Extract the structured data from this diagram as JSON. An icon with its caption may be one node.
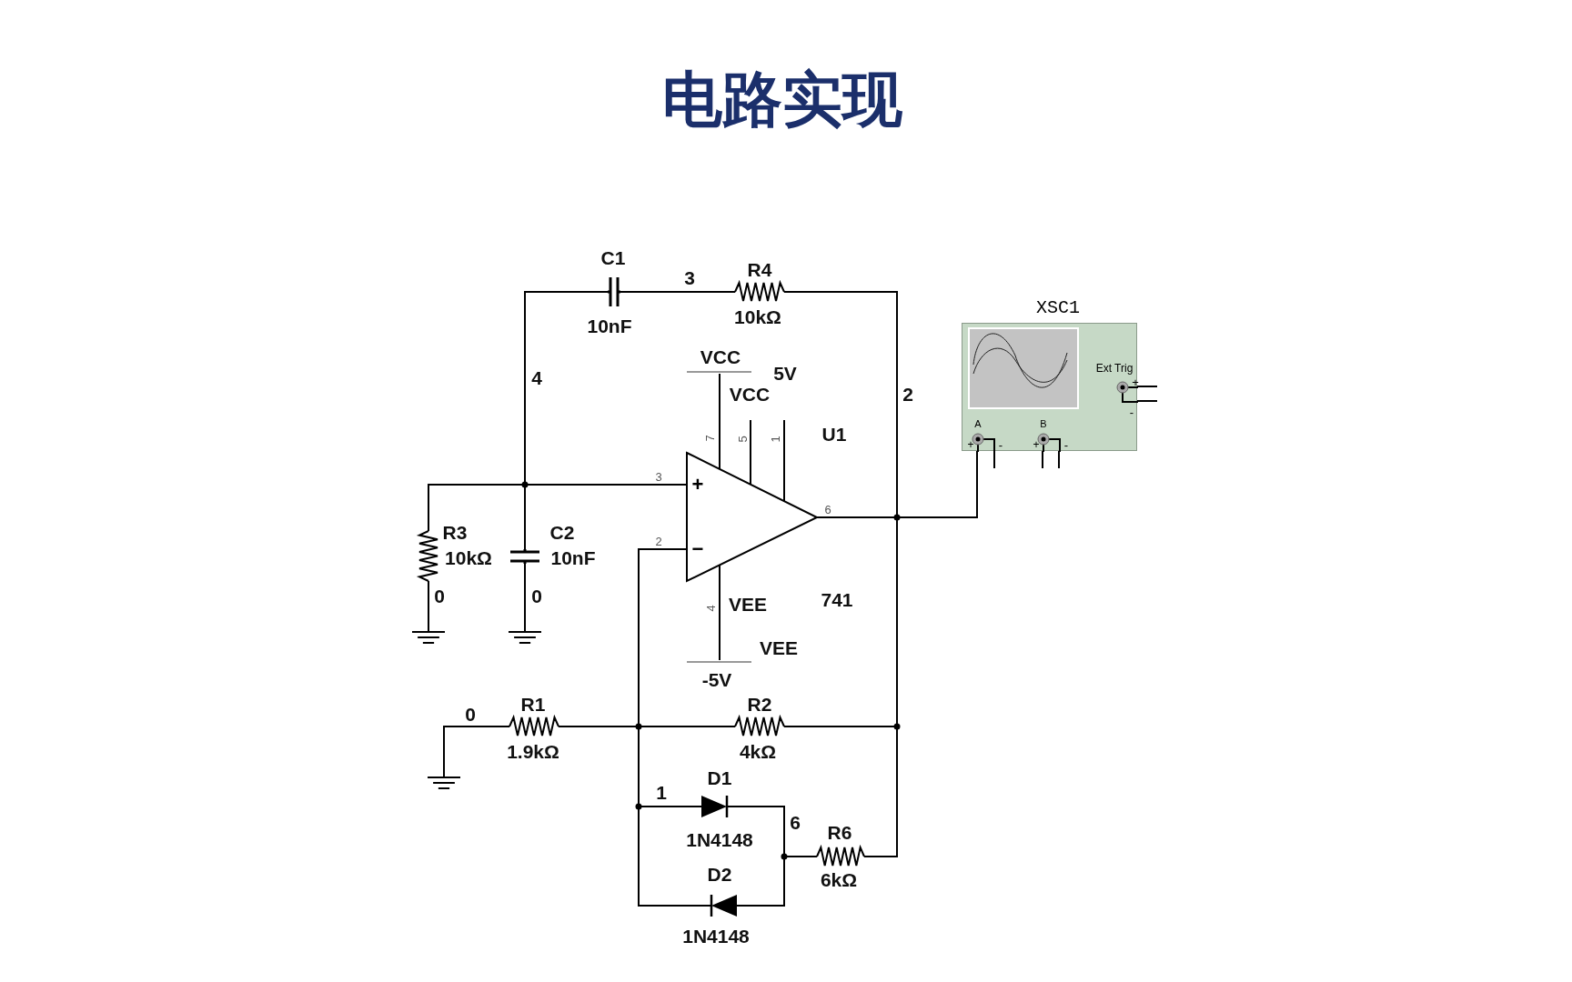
{
  "diagram": {
    "title": "电路实现",
    "nodes": [
      {
        "text": [],
        "shape": "capacitor",
        "beside": [
          "C1",
          "10nF"
        ]
      },
      {
        "text": [],
        "shape": "resistor",
        "beside": [
          "R4",
          "10kΩ"
        ]
      },
      {
        "text": [
          "+",
          "−"
        ],
        "beside": [
          "U1",
          "741"
        ]
      },
      {
        "text": [],
        "shape": "bar",
        "beside": [
          "VCC",
          "5V"
        ]
      },
      {
        "text": [],
        "shape": "bar",
        "beside": [
          "VEE",
          "-5V"
        ]
      },
      {
        "text": [],
        "shape": "resistor",
        "beside": [
          "R3",
          "10kΩ"
        ]
      },
      {
        "text": [],
        "shape": "capacitor",
        "beside": [
          "C2",
          "10nF"
        ]
      },
      {
        "text": [],
        "shape": "ground"
      },
      {
        "text": [],
        "shape": "ground"
      },
      {
        "text": [],
        "shape": "resistor",
        "beside": [
          "R1",
          "1.9kΩ"
        ]
      },
      {
        "text": [],
        "shape": "ground"
      },
      {
        "text": [],
        "shape": "resistor",
        "beside": [
          "R2",
          "4kΩ"
        ]
      },
      {
        "text": [],
        "shape": "diode",
        "beside": [
          "D1",
          "1N4148"
        ]
      },
      {
        "text": [],
        "shape": "diode",
        "beside": [
          "D2",
          "1N4148"
        ]
      },
      {
        "text": [],
        "shape": "resistor",
        "beside": [
          "R6",
          "6kΩ"
        ]
      },
      {
        "text": [
          "XSC1",
          "Ext Trig",
          "+",
          "-",
          "A",
          "B",
          "+",
          "-",
          "+",
          "-"
        ]
      }
    ],
    "edges": [
      {
        "from": 0,
        "to": 1,
        "arrow": "none"
      },
      {
        "from": 1,
        "to": 2,
        "arrow": "none"
      },
      {
        "from": 0,
        "to": 2,
        "arrow": "none"
      },
      {
        "from": 5,
        "to": 2,
        "arrow": "none"
      },
      {
        "from": 6,
        "to": 2,
        "arrow": "none"
      },
      {
        "from": 5,
        "to": 7,
        "arrow": "none"
      },
      {
        "from": 6,
        "to": 8,
        "arrow": "none"
      },
      {
        "from": 3,
        "to": 2,
        "arrow": "none"
      },
      {
        "from": 2,
        "to": 4,
        "arrow": "none"
      },
      {
        "from": 10,
        "to": 9,
        "arrow": "none"
      },
      {
        "from": 2,
        "to": 9,
        "arrow": "none"
      },
      {
        "from": 2,
        "to": 11,
        "arrow": "none"
      },
      {
        "from": 2,
        "to": 12,
        "arrow": "none"
      },
      {
        "from": 2,
        "to": 13,
        "arrow": "none"
      },
      {
        "from": 11,
        "to": 2,
        "arrow": "none"
      },
      {
        "from": 14,
        "to": 2,
        "arrow": "none"
      },
      {
        "from": 2,
        "to": 15,
        "arrow": "none"
      },
      {
        "from": 12,
        "to": 14,
        "arrow": "none"
      },
      {
        "from": 13,
        "to": 14,
        "arrow": "none"
      }
    ],
    "labels": [
      "3",
      "4",
      "VCC",
      "2",
      "7",
      "5",
      "1",
      "3",
      "6",
      "2",
      "0",
      "0",
      "VEE",
      "4",
      "0",
      "1",
      "6"
    ]
  }
}
